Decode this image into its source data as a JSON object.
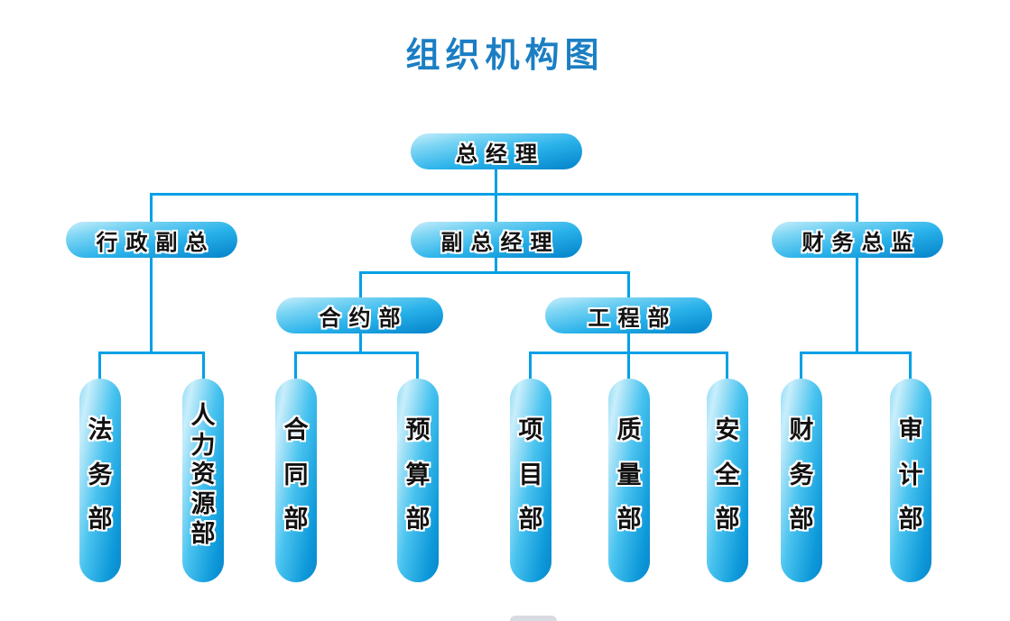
{
  "title": "组织机构图",
  "colors": {
    "title_color": "#1b7ec3",
    "line_color": "#00a0e6",
    "pill_light": "#c9eefb",
    "pill_hi": "#7fd6f4",
    "pill_mid": "#29b2ea",
    "pill_dark": "#0787cd",
    "text_color": "#111111",
    "gray_shape": "#d9dbe2"
  },
  "org": {
    "root": {
      "label": "总经理"
    },
    "branches": [
      {
        "label": "行政副总",
        "children": [
          {
            "label": "法务部"
          },
          {
            "label": "人力资源部"
          }
        ]
      },
      {
        "label": "副总经理",
        "children": [
          {
            "label": "合约部",
            "children": [
              {
                "label": "合同部"
              },
              {
                "label": "预算部"
              }
            ]
          },
          {
            "label": "工程部",
            "children": [
              {
                "label": "项目部"
              },
              {
                "label": "质量部"
              },
              {
                "label": "安全部"
              }
            ]
          }
        ]
      },
      {
        "label": "财务总监",
        "children": [
          {
            "label": "财务部"
          },
          {
            "label": "审计部"
          }
        ]
      }
    ]
  }
}
